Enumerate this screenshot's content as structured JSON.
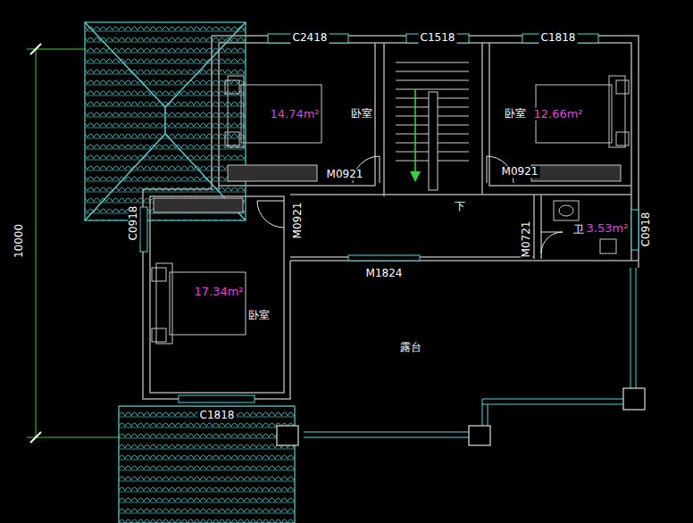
{
  "diagram": {
    "nodes": [
      {
        "text": [
          "14.74m²",
          "卧室"
        ]
      },
      {
        "text": [
          "卧室",
          "12.66m²"
        ]
      },
      {
        "text": [
          "卫",
          "3.53m²"
        ]
      },
      {
        "text": [
          "17.34m²",
          "卧室"
        ]
      },
      {
        "text": [
          "露台"
        ]
      }
    ],
    "labels": [
      "C2418",
      "C1518",
      "C1818",
      "M0921",
      "M0921",
      "M0921",
      "C0918",
      "M0721",
      "C0918",
      "M1824",
      "C1818",
      "10000",
      "下"
    ]
  }
}
